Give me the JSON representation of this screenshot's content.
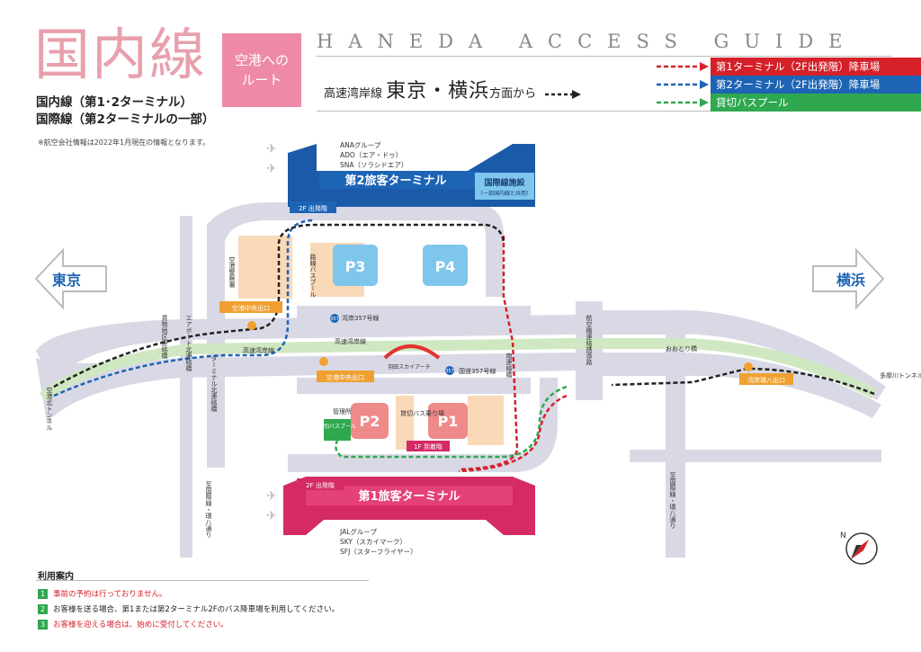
{
  "header": {
    "title": "国内線",
    "subtitle_1": "国内線（第1･2ターミナル）",
    "subtitle_2": "国際線（第2ターミナルの一部）",
    "route_box_line1": "空港への",
    "route_box_line2": "ルート",
    "access_guide": "HANEDA ACCESS GUIDE",
    "from_prefix": "高速湾岸線",
    "from_main": "東京・横浜",
    "from_suffix": "方面から"
  },
  "legend": [
    {
      "label": "第1ターミナル（2F出発階）降車場",
      "color": "#d5202a"
    },
    {
      "label": "第2ターミナル（2F出発階）降車場",
      "color": "#1e64b4"
    },
    {
      "label": "貸切バスプール",
      "color": "#2fa84f"
    }
  ],
  "note": "※航空会社情報は2022年1月現在の情報となります。",
  "map": {
    "terminal2": {
      "airlines": [
        "ANAグループ",
        "ADO（エア・ドゥ）",
        "SNA（ソラシドエア）"
      ],
      "name": "第2旅客ターミナル",
      "intl_name": "国際線施設",
      "intl_sub": "（一部国内線と共用）",
      "dep_tag": "2F 出発階"
    },
    "terminal1": {
      "airlines": [
        "JALグループ",
        "SKY（スカイマーク）",
        "SFJ（スターフライヤー）"
      ],
      "name": "第1旅客ターミナル",
      "dep_tag": "2F 出発階",
      "arr_tag": "1F 到着階"
    },
    "parking": [
      "P1",
      "P2",
      "P3",
      "P4"
    ],
    "left_dir": "東京",
    "right_dir": "横浜",
    "exits": [
      "空港中央出口",
      "空港中央出口",
      "湾岸環八出口"
    ],
    "labels": {
      "bus_pool_route": "路線バスプール",
      "police": "空港警察署",
      "cargo_road": "貨物地区連絡橋",
      "airport_north_tunnel": "空港北トンネル",
      "airport_north_tunnel2": "エアポート北連絡橋",
      "terminal_road": "ターミナル北連絡橋",
      "expressway_357": "湾岸357号線",
      "national_357": "国道357号線",
      "wangan_label": "高速湾岸線",
      "wangan_label2": "高速湾岸線",
      "sky_arch": "羽田スカイアーチ",
      "charter_bus_area": "貸切バス乗り場",
      "charter_pool": "貸切バスプール",
      "garden": "管理所",
      "aviation_road": "航空機連絡誘導路",
      "south_link": "南連絡橋",
      "ootori": "おおとり橋",
      "tamagawa_tunnel": "多摩川トンネル（横浜方面）",
      "kanpachi1": "至国際線・環八通り",
      "kanpachi2": "至国際線・環八通り",
      "badge_357": "357"
    }
  },
  "usage": {
    "title": "利用案内",
    "items": [
      {
        "num": "1",
        "text": "事前の予約は行っておりません。",
        "color": "#d5202a"
      },
      {
        "num": "2",
        "text": "お客様を送る場合、第1または第2ターミナル2Fのバス降車場を利用してください。",
        "color": "#222222"
      },
      {
        "num": "3",
        "text": "お客様を迎える場合は、始めに受付してください。",
        "color": "#d5202a"
      }
    ]
  }
}
